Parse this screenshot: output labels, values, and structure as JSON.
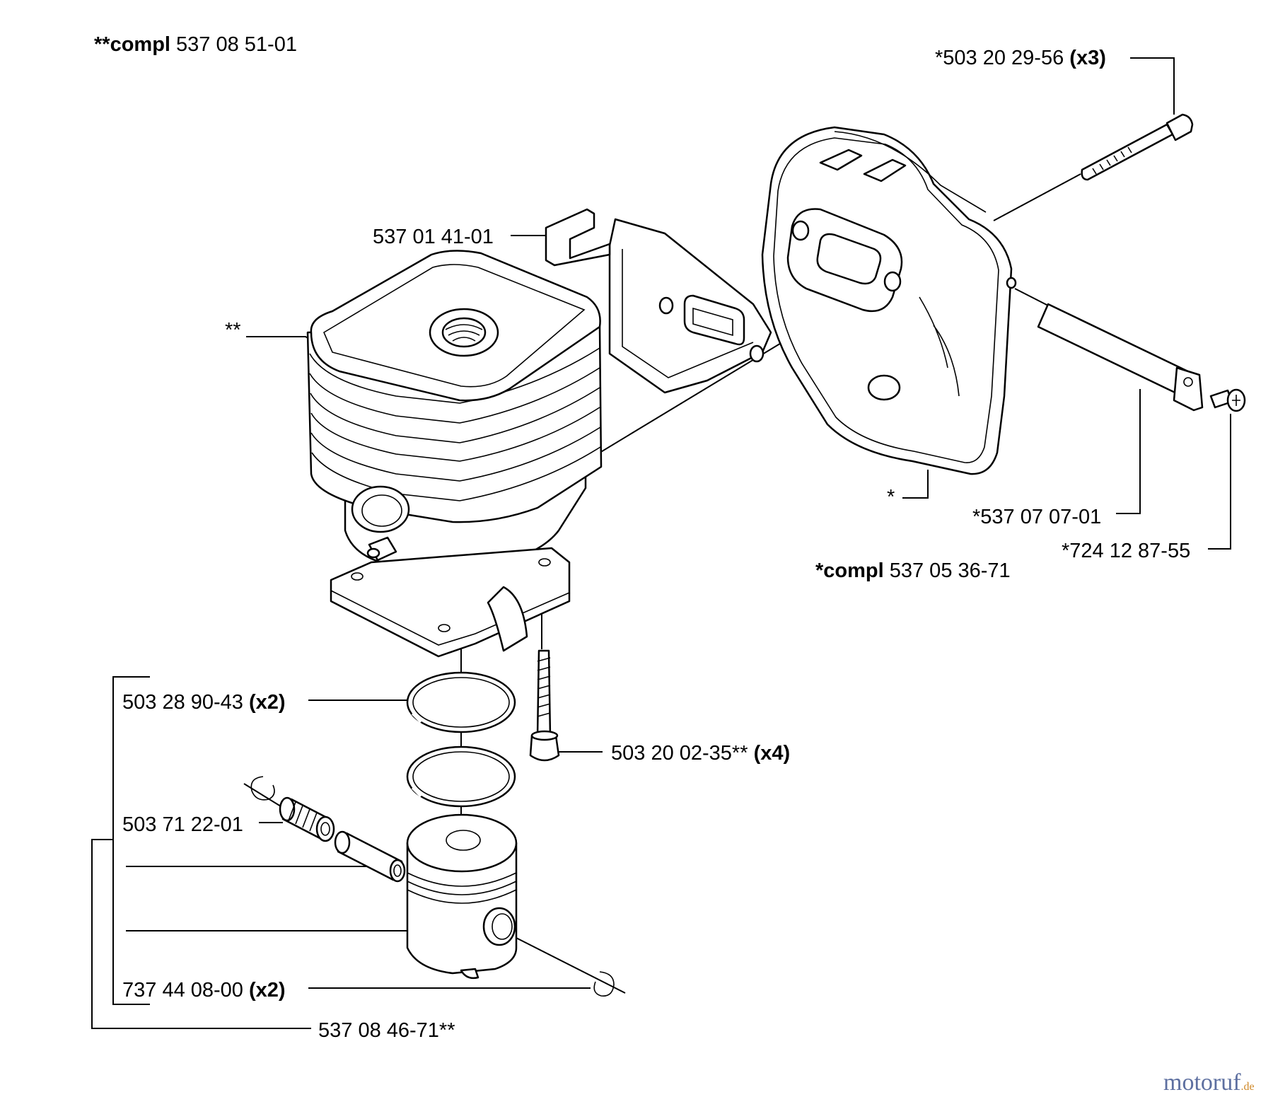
{
  "labels": {
    "cylinder_kit_prefix": "**compl",
    "cylinder_kit_number": " 537 08 51-01",
    "cylinder_marker": "**",
    "muffler_bolt_number": "*503 20 29-56 ",
    "muffler_bolt_qty": "(x3)",
    "bracket_number": "537 01 41-01",
    "muffler_marker": "*",
    "screen_number": "*537 07 07-01",
    "screw_number": "*724 12 87-55",
    "muffler_kit_prefix": "*compl",
    "muffler_kit_number": " 537 05 36-71",
    "ring_number": "503 28 90-43 ",
    "ring_qty": "(x2)",
    "cyl_screw_number": "503 20 02-35** ",
    "cyl_screw_qty": "(x4)",
    "bearing_number": "503 71 22-01",
    "circlip_number": "737 44 08-00 ",
    "circlip_qty": "(x2)",
    "piston_kit_number": "537 08 46-71**"
  },
  "watermark": {
    "brand": "motoruf",
    "tld": ".de",
    "color_main": "#5d6fa0",
    "color_accent": "#d08a2a"
  }
}
